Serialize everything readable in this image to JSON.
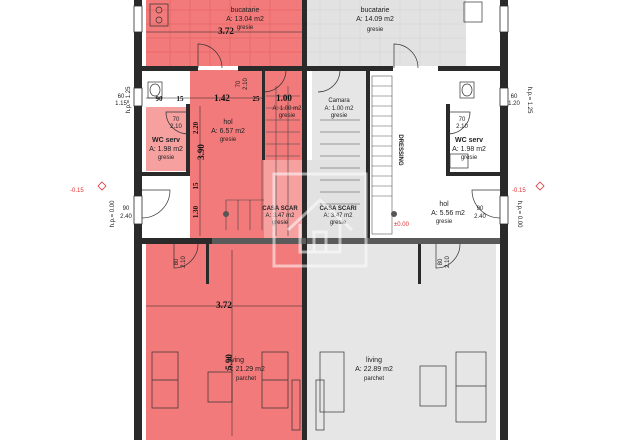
{
  "rooms": {
    "kitchen_left": {
      "name": "bucatarie",
      "area": "A: 13.04 m2",
      "floor": "gresie"
    },
    "kitchen_right": {
      "name": "bucatarie",
      "area": "A: 14.09 m2",
      "floor": "gresie"
    },
    "wc_left": {
      "name": "WC serv",
      "area": "A: 1.98 m2",
      "floor": "gresie"
    },
    "wc_right": {
      "name": "WC serv",
      "area": "A: 1.98 m2",
      "floor": "gresie"
    },
    "hall_left": {
      "name": "hol",
      "area": "A: 6.57 m2",
      "floor": "gresie"
    },
    "hall_right": {
      "name": "hol",
      "area": "A: 5.56 m2",
      "floor": "gresie"
    },
    "pantry": {
      "name": "Camara",
      "area": "A: 1.00 m2",
      "floor": "gresie"
    },
    "storage_mid": {
      "area": "A: 1.00 m2",
      "floor": "gresie"
    },
    "stair_left": {
      "name": "CASA SCAR",
      "area": "A: 3.47 m2",
      "floor": "gresie"
    },
    "stair_right": {
      "name": "CASA SCARI",
      "area": "A: 3.47 m2",
      "floor": "gresie"
    },
    "dressing": {
      "name": "DRESSING"
    },
    "living_left": {
      "name": "living",
      "area": "A: 21.29 m2",
      "floor": "parchet"
    },
    "living_right": {
      "name": "living",
      "area": "A: 22.89 m2",
      "floor": "parchet"
    }
  },
  "dimensions": {
    "kitchen_width": "3.72",
    "living_width": "3.72",
    "d90": "90",
    "d15": "15",
    "d142": "1.42",
    "d25": "25",
    "d100": "1.00",
    "d220": "2.20",
    "d390": "3.90",
    "d130": "1.30",
    "d15b": "15",
    "d590": "5.90"
  },
  "openings": {
    "w_left_top": {
      "top": "60",
      "bottom": "1.15",
      "hp": "h.p.= 1.25"
    },
    "w_right_top": {
      "top": "60",
      "bottom": "1.20",
      "hp": "h.p.= 1.25"
    },
    "w_left_mid": {
      "top": "90",
      "bottom": "2.40",
      "hp": "h.p.= 0.00"
    },
    "w_right_mid": {
      "top": "90",
      "bottom": "2.40",
      "hp": "h.p.= 0.00"
    },
    "wc_door_left": {
      "top": "70",
      "bottom": "2.10"
    },
    "wc_door_right": {
      "top": "70",
      "bottom": "2.10"
    },
    "door_small": {
      "top": "70",
      "bottom": "2.10"
    },
    "door_living_left": {
      "top": "80",
      "bottom": "2.10"
    },
    "door_living_right": {
      "top": "80",
      "bottom": "2.10"
    }
  },
  "levels": {
    "left": "-0.15",
    "right": "-0.15",
    "mid": "±0.00"
  },
  "colors": {
    "left_unit": "#f27a7a",
    "left_unit_light": "#f6a0a0",
    "right_unit": "#e2e2e2",
    "wall": "#2a2a2a",
    "level_marker": "#e03030"
  }
}
